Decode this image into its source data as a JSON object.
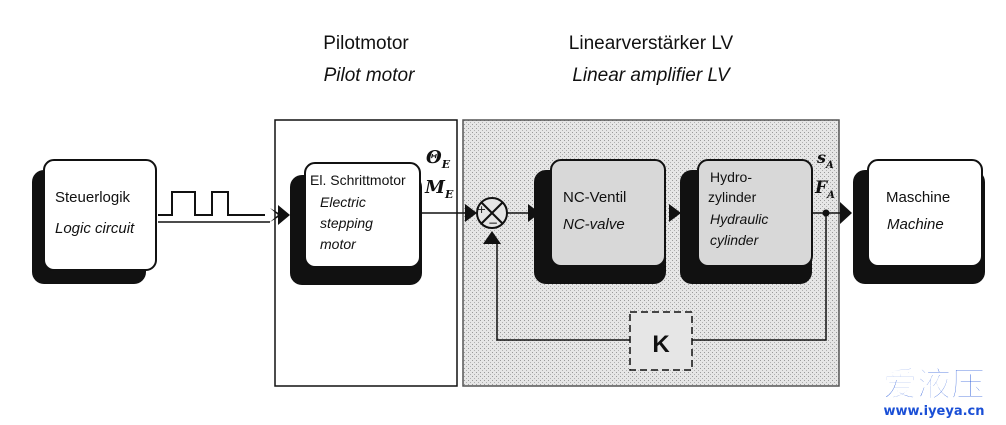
{
  "header": {
    "pilot_de": "Pilotmotor",
    "pilot_en": "Pilot motor",
    "amp_de": "Linearverstärker LV",
    "amp_en": "Linear amplifier LV"
  },
  "blocks": {
    "logic": {
      "de": "Steuerlogik",
      "en": "Logic circuit"
    },
    "stepper": {
      "de": "El. Schrittmotor",
      "en1": "Electric",
      "en2": "stepping",
      "en3": "motor"
    },
    "valve": {
      "de": "NC-Ventil",
      "en": "NC-valve"
    },
    "cylinder": {
      "de1": "Hydro-",
      "de2": "zylinder",
      "en1": "Hydraulic",
      "en2": "cylinder"
    },
    "machine": {
      "de": "Maschine",
      "en": "Machine"
    },
    "feedback": {
      "label": "K"
    }
  },
  "signals": {
    "theta": "Θ",
    "m": "M",
    "e_sub": "E",
    "s": "s",
    "f": "F",
    "a_sub": "A"
  },
  "watermark": {
    "main": "爱液压",
    "url": "www.iyeya.cn",
    "color": "#1a4fd6"
  }
}
